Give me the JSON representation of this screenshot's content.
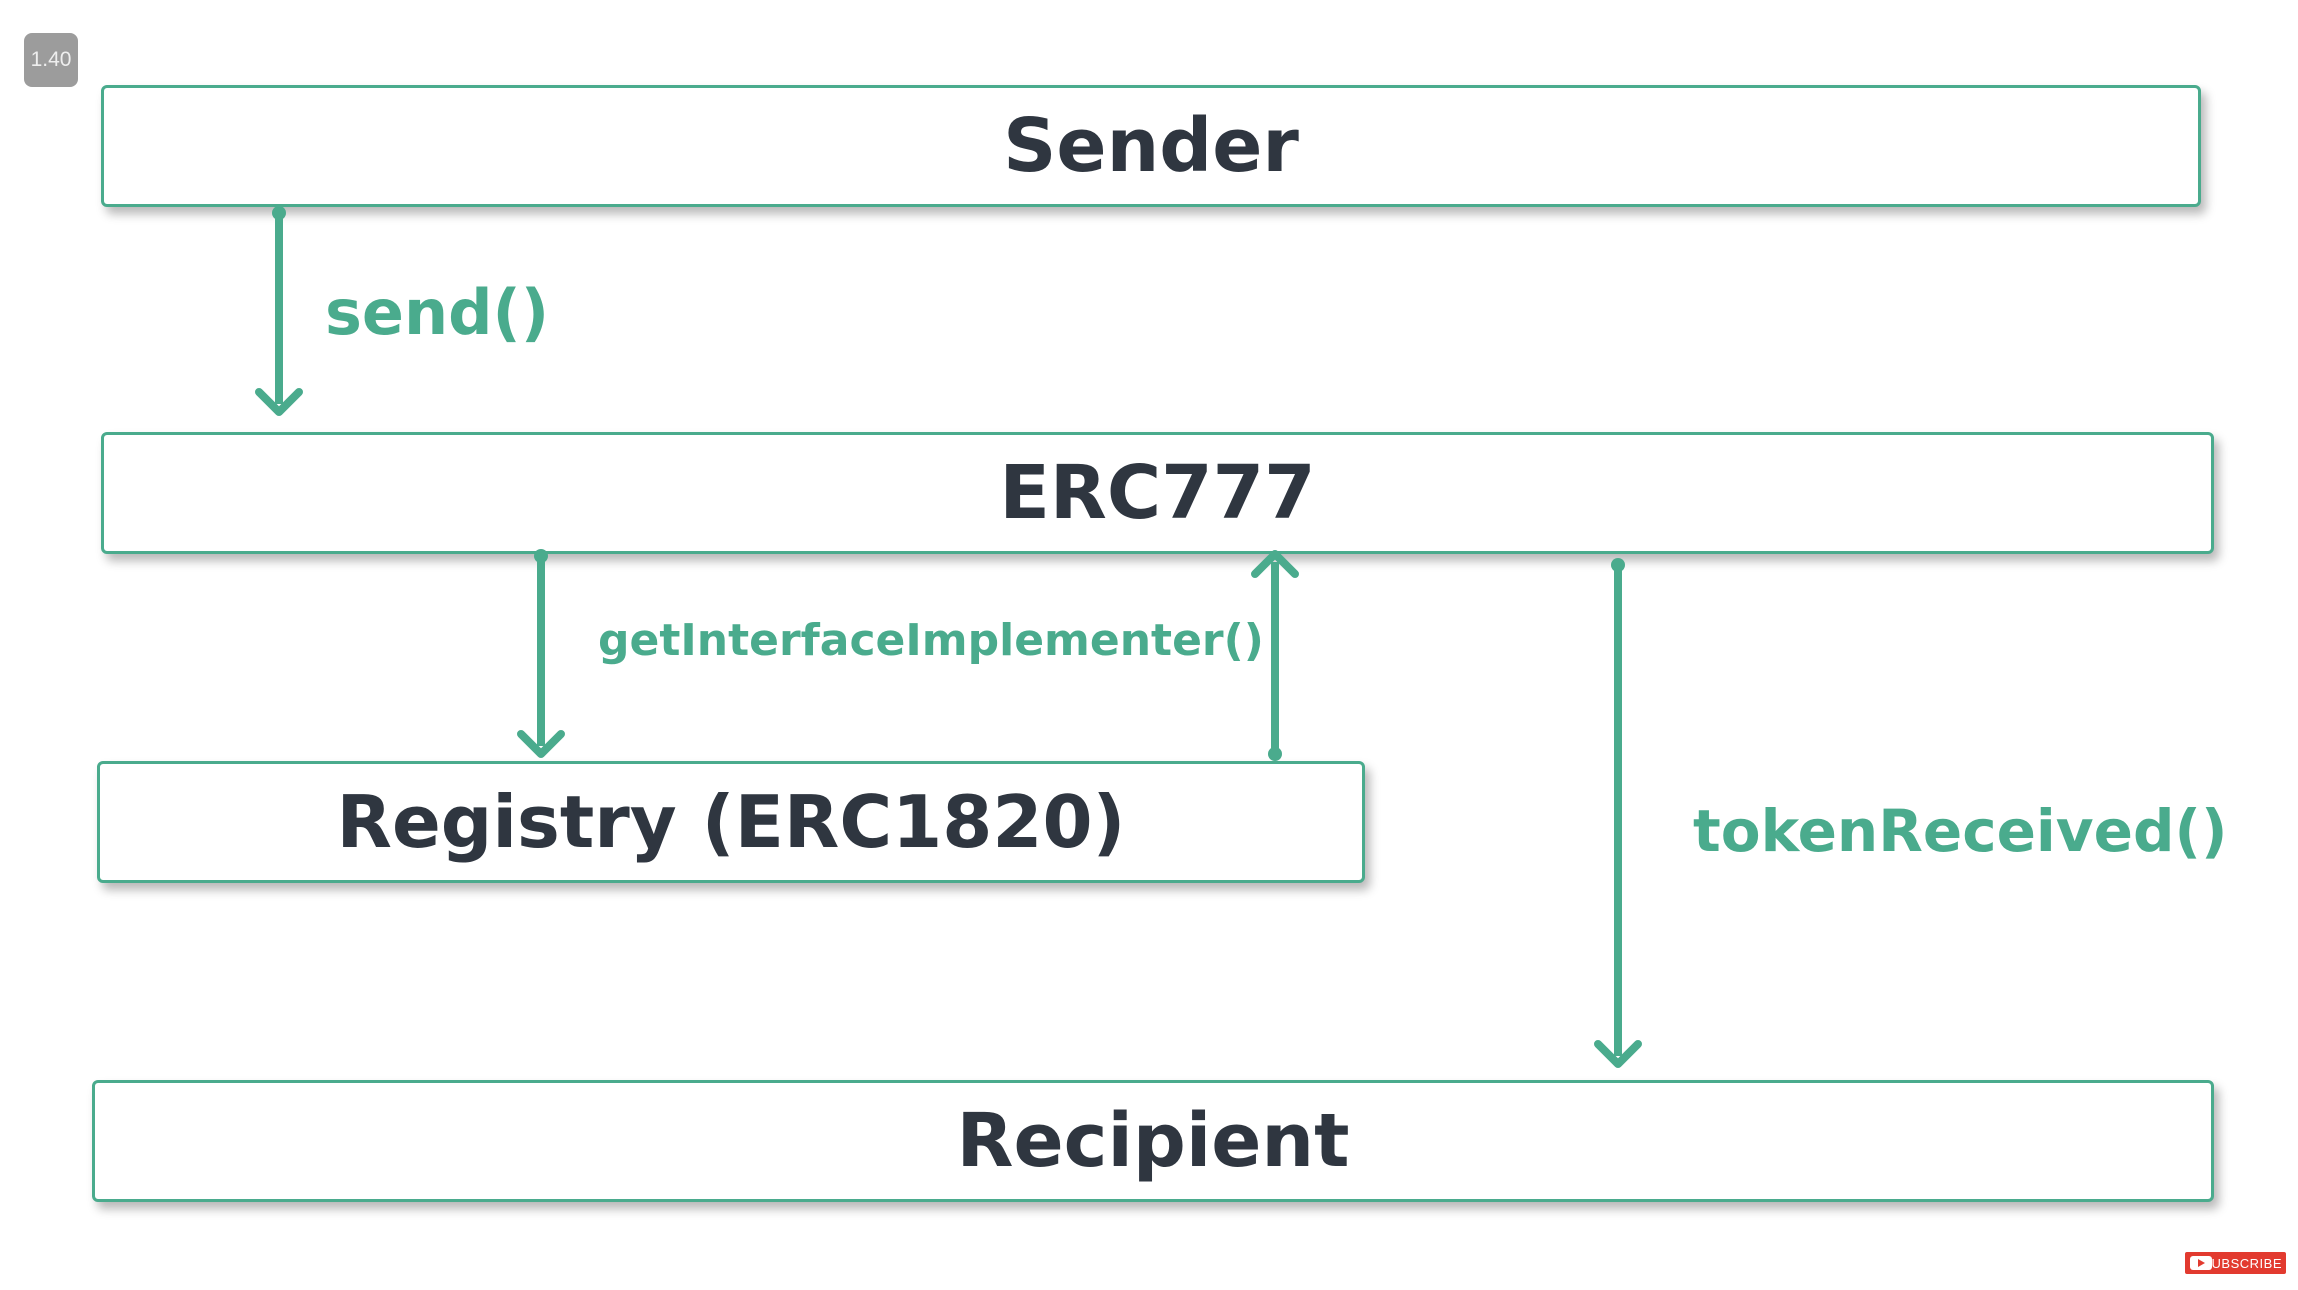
{
  "speed_badge": "1.40",
  "boxes": {
    "sender": "Sender",
    "erc777": "ERC777",
    "registry": "Registry (ERC1820)",
    "recipient": "Recipient"
  },
  "arrows": {
    "send": "send()",
    "get_interface": "getInterfaceImplementer()",
    "token_received": "tokenReceived()"
  },
  "colors": {
    "accent": "#4aab8d",
    "text": "#2f3640"
  },
  "subscribe_button": "SUBSCRIBE"
}
